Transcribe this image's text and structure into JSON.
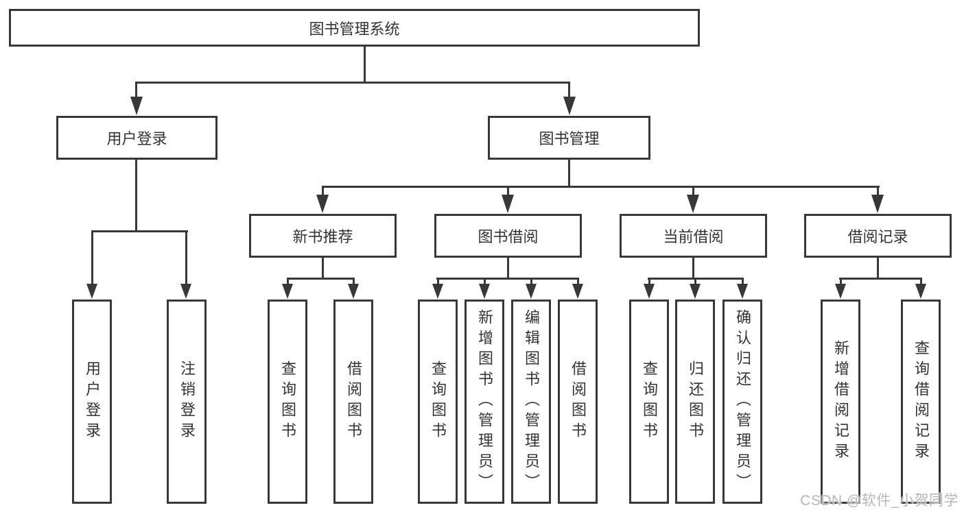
{
  "diagram_type": "hierarchy",
  "colors": {
    "line": "#383838",
    "text": "#333333",
    "background": "#ffffff",
    "watermark": "#b6b6b6"
  },
  "watermark": {
    "text": "CSDN @软件_小贺同学"
  },
  "tree": {
    "label": "图书管理系统",
    "children": [
      {
        "label": "用户登录",
        "children": [
          {
            "label": "用户登录"
          },
          {
            "label": "注销登录"
          }
        ]
      },
      {
        "label": "图书管理",
        "children": [
          {
            "label": "新书推荐",
            "children": [
              {
                "label": "查询图书"
              },
              {
                "label": "借阅图书"
              }
            ]
          },
          {
            "label": "图书借阅",
            "children": [
              {
                "label": "查询图书"
              },
              {
                "label": "新增图书（管理员）"
              },
              {
                "label": "编辑图书（管理员）"
              },
              {
                "label": "借阅图书"
              }
            ]
          },
          {
            "label": "当前借阅",
            "children": [
              {
                "label": "查询图书"
              },
              {
                "label": "归还图书"
              },
              {
                "label": "确认归还（管理员）"
              }
            ]
          },
          {
            "label": "借阅记录",
            "children": [
              {
                "label": "新增借阅记录"
              },
              {
                "label": "查询借阅记录"
              }
            ]
          }
        ]
      }
    ]
  }
}
